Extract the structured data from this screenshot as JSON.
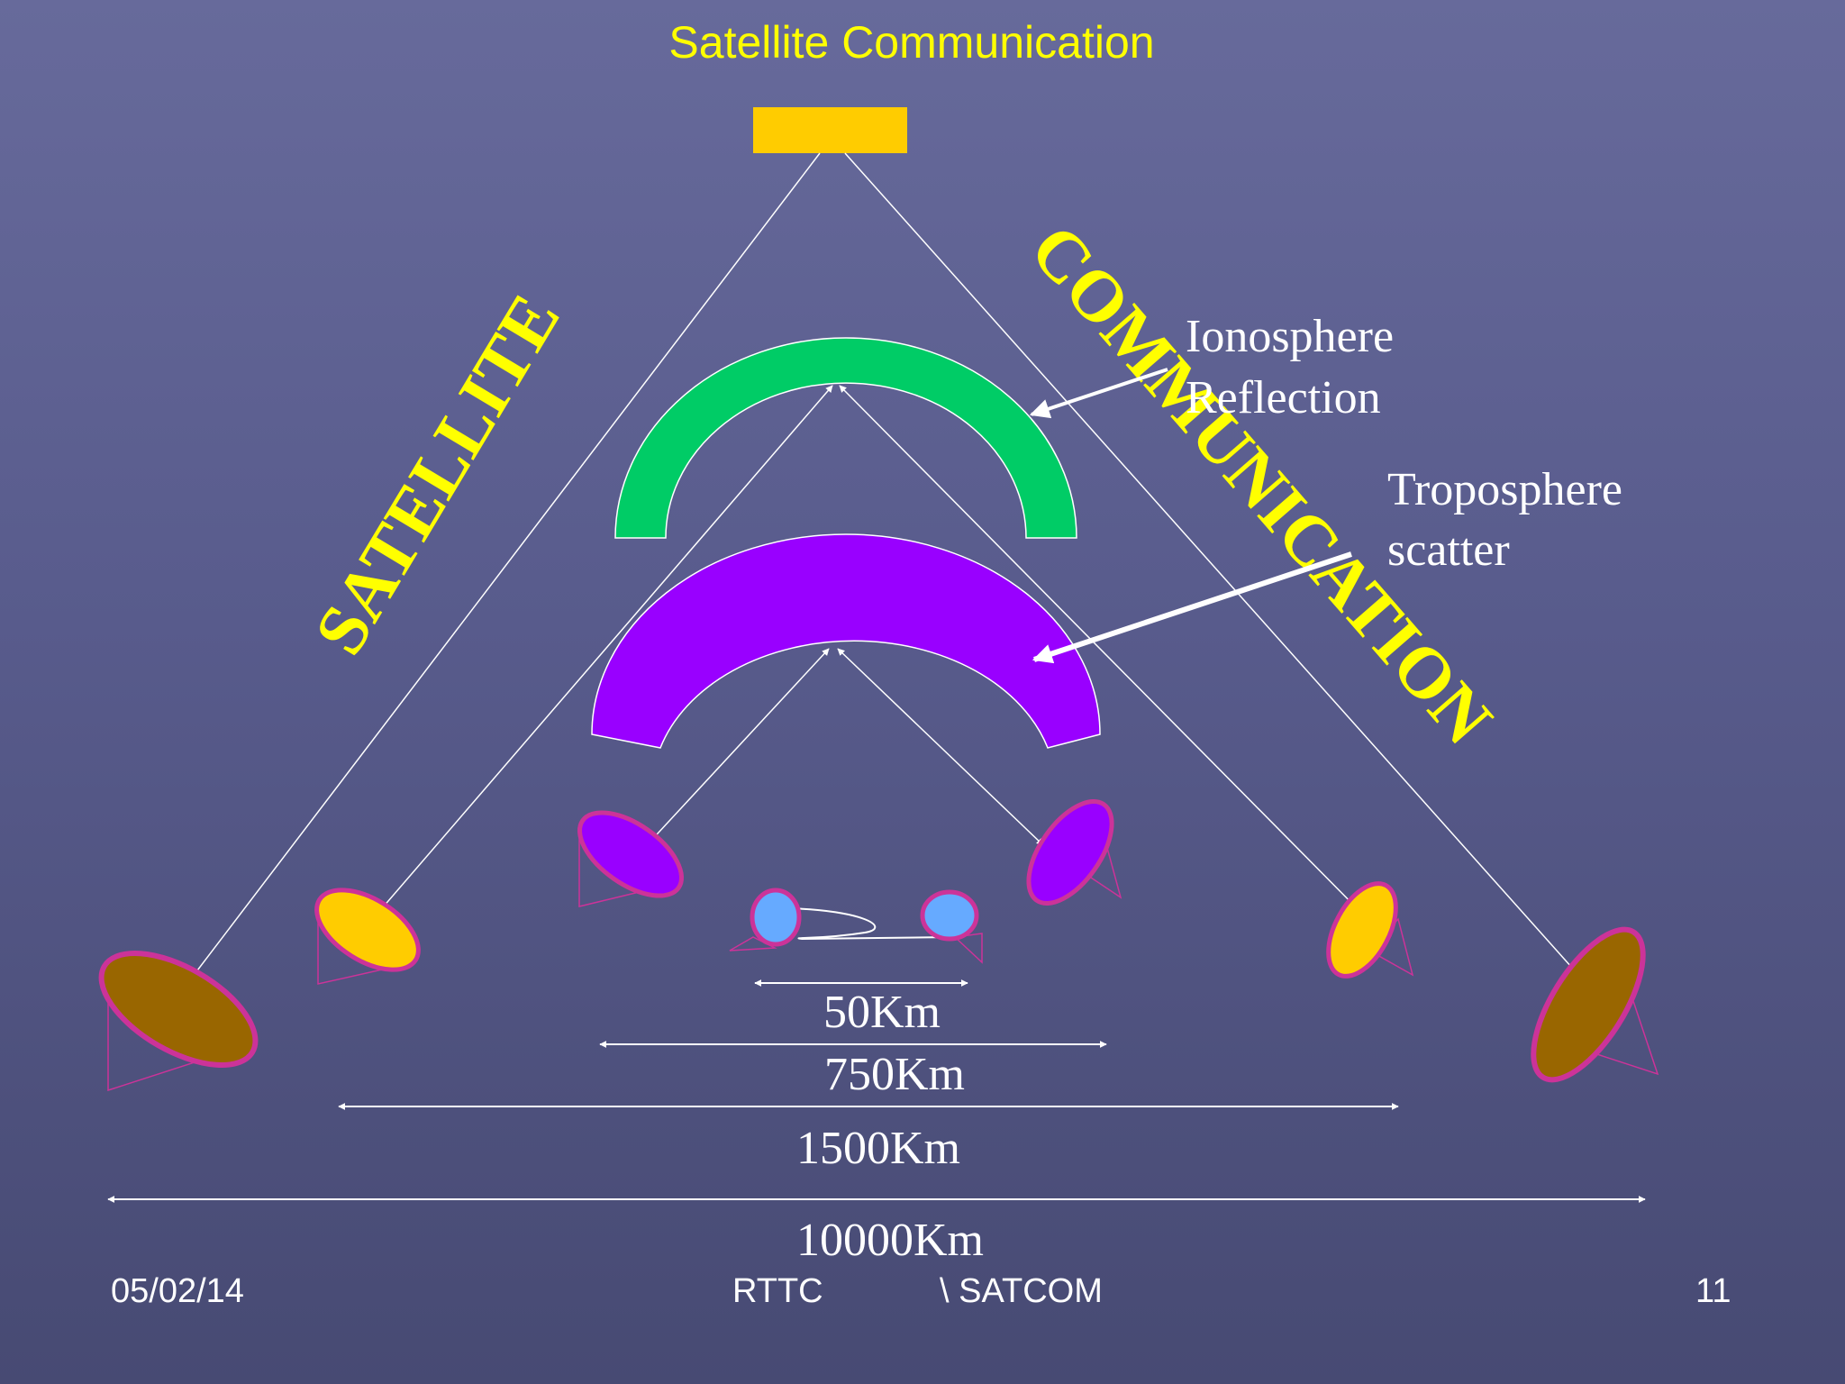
{
  "slide": {
    "title": "Satellite Communication",
    "label_left": "SATELLITE",
    "label_right": "COMMUNICATION",
    "ionosphere": {
      "line1": "Ionosphere",
      "line2": "Reflection"
    },
    "troposphere": {
      "line1": "Troposphere",
      "line2": "scatter"
    },
    "distances": [
      "50Km",
      "750Km",
      "1500Km",
      "10000Km"
    ]
  },
  "footer": {
    "date": "05/02/14",
    "center_left": "RTTC",
    "center_right": "\\ SATCOM",
    "page": "11"
  },
  "colors": {
    "title": "#ffff00",
    "satellite": "#ffcc00",
    "ionosphere_layer": "#00cc66",
    "troposphere_layer": "#9900ff",
    "dish_large": "#996600",
    "dish_medium": "#ffcc00",
    "dish_small": "#9900ff",
    "dish_tiny": "#66aaff",
    "dish_rim": "#cc3399"
  }
}
